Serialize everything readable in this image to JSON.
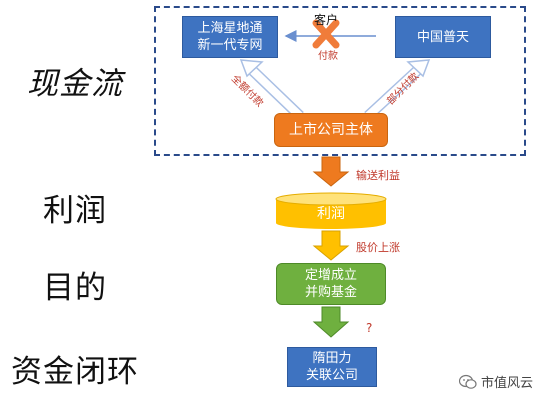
{
  "left_labels": {
    "cash_flow": "现金流",
    "profit": "利润",
    "purpose": "目的",
    "capital_loop": "资金闭环"
  },
  "nodes": {
    "shanghai": "上海星地通\n新一代专网",
    "china_puna": "中国普天",
    "listed_company": "上市公司主体",
    "profit_cylinder": "利润",
    "placement": "定增成立\n并购基金",
    "suitian": "隋田力\n关联公司"
  },
  "edge_labels": {
    "customer": "客户",
    "payment": "付款",
    "full_payment": "全额",
    "payment_word": "付款",
    "partial": "部分",
    "payment_right": "付款",
    "transfer_profit": "输送利益",
    "stock_rise": "股价上涨",
    "question": "?"
  },
  "watermark": "市值风云",
  "colors": {
    "blue": "#3e73c1",
    "orange": "#ee7a1f",
    "yellow": "#ffc000",
    "green": "#6fb03f",
    "red": "#c0392b",
    "frame": "#2a4a8a"
  }
}
